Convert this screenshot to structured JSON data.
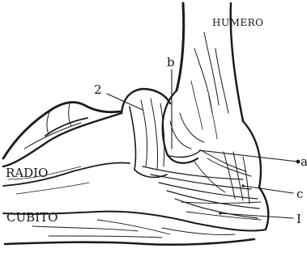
{
  "labels": {
    "humero": "HUMERO",
    "b": "b",
    "two": "2",
    "radio": "RADIO",
    "cubito": "CUBITO",
    "a": "a",
    "c": "c",
    "I": "I"
  }
}
